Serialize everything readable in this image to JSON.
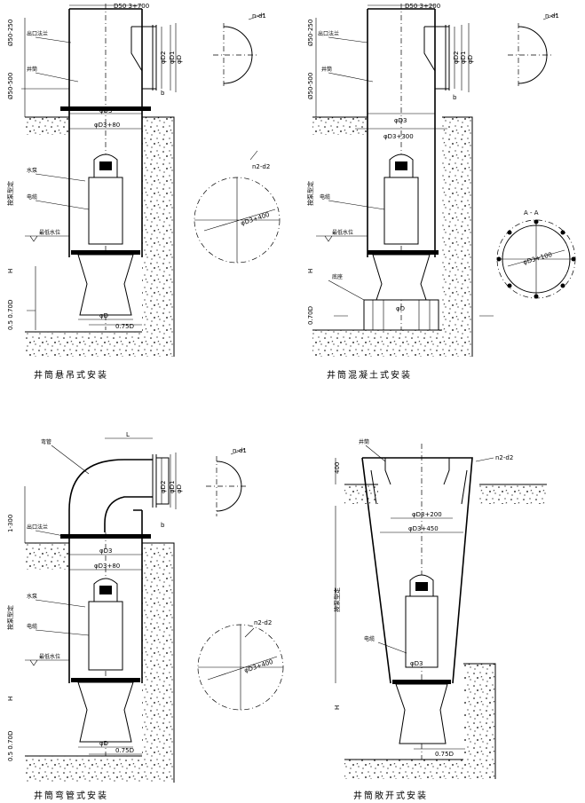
{
  "sheet": {
    "title": "",
    "captions": [
      "井筒悬吊式安装",
      "井筒混凝土式安装",
      "井筒弯管式安装",
      "井筒敞开式安装"
    ]
  },
  "panels": [
    {
      "id": "A",
      "caption": "井筒悬吊式安装",
      "dims": {
        "top_width": "D50 3+700",
        "upper_height": "Ø50-250",
        "mid_height": "Ø50-500",
        "d3": "φD3",
        "d3_plus": "φD3+80",
        "d2": "φD2",
        "d1": "φD1",
        "d0": "φD",
        "b": "b",
        "n_d1": "n-d1",
        "bottom_h": "0.5 0.70D",
        "bottom_w": "0.75D",
        "n_d2": "n2-d2",
        "circle_d": "φD3+400",
        "pump_h": "按泵型定",
        "hw": "H"
      },
      "labels": {
        "flange": "出口法兰",
        "shaft": "井筒",
        "pump": "水泵",
        "cable": "电缆",
        "level": "最低水位"
      }
    },
    {
      "id": "B",
      "caption": "井筒混凝土式安装",
      "dims": {
        "top_width": "D50 3+200",
        "upper_height": "Ø50-250",
        "mid_height": "Ø50-500",
        "d3": "φD3",
        "d3_plus": "φD3+300",
        "d2": "φD2",
        "d1": "φD1",
        "d0": "φD",
        "b": "b",
        "n_d1": "n-d1",
        "bottom_h": "0.70D",
        "circle_d": "φD3+100",
        "section": "A - A",
        "pump_h": "按泵型定",
        "hw": "H"
      },
      "labels": {
        "flange": "出口法兰",
        "shaft": "井筒",
        "cable": "电缆",
        "base": "底座",
        "level": "最低水位"
      }
    },
    {
      "id": "C",
      "caption": "井筒弯管式安装",
      "dims": {
        "L": "L",
        "height": "1-300",
        "d3": "φD3",
        "d3_plus": "φD3+80",
        "d2": "φD2",
        "d1": "φD1",
        "d0": "φD",
        "b": "b",
        "n_d1": "n-d1",
        "bottom_h": "0.5 0.70D",
        "bottom_w": "0.75D",
        "n_d2": "n2-d2",
        "circle_d": "φD3+400",
        "pump_h": "按泵型定",
        "hw": "H"
      },
      "labels": {
        "elbow": "弯管",
        "flange": "出口法兰",
        "pump": "水泵",
        "cable": "电缆",
        "level": "最低水位"
      }
    },
    {
      "id": "D",
      "caption": "井筒敞开式安装",
      "dims": {
        "top_h": "400",
        "d3_plus": "φD3+200",
        "d3_plus2": "φD3+450",
        "d3": "φD3",
        "n_d2": "n2-d2",
        "bottom_w": "0.75D",
        "pump_h": "按泵型定",
        "hw": "H"
      },
      "labels": {
        "shaft": "井筒",
        "cable": "电缆"
      }
    }
  ]
}
